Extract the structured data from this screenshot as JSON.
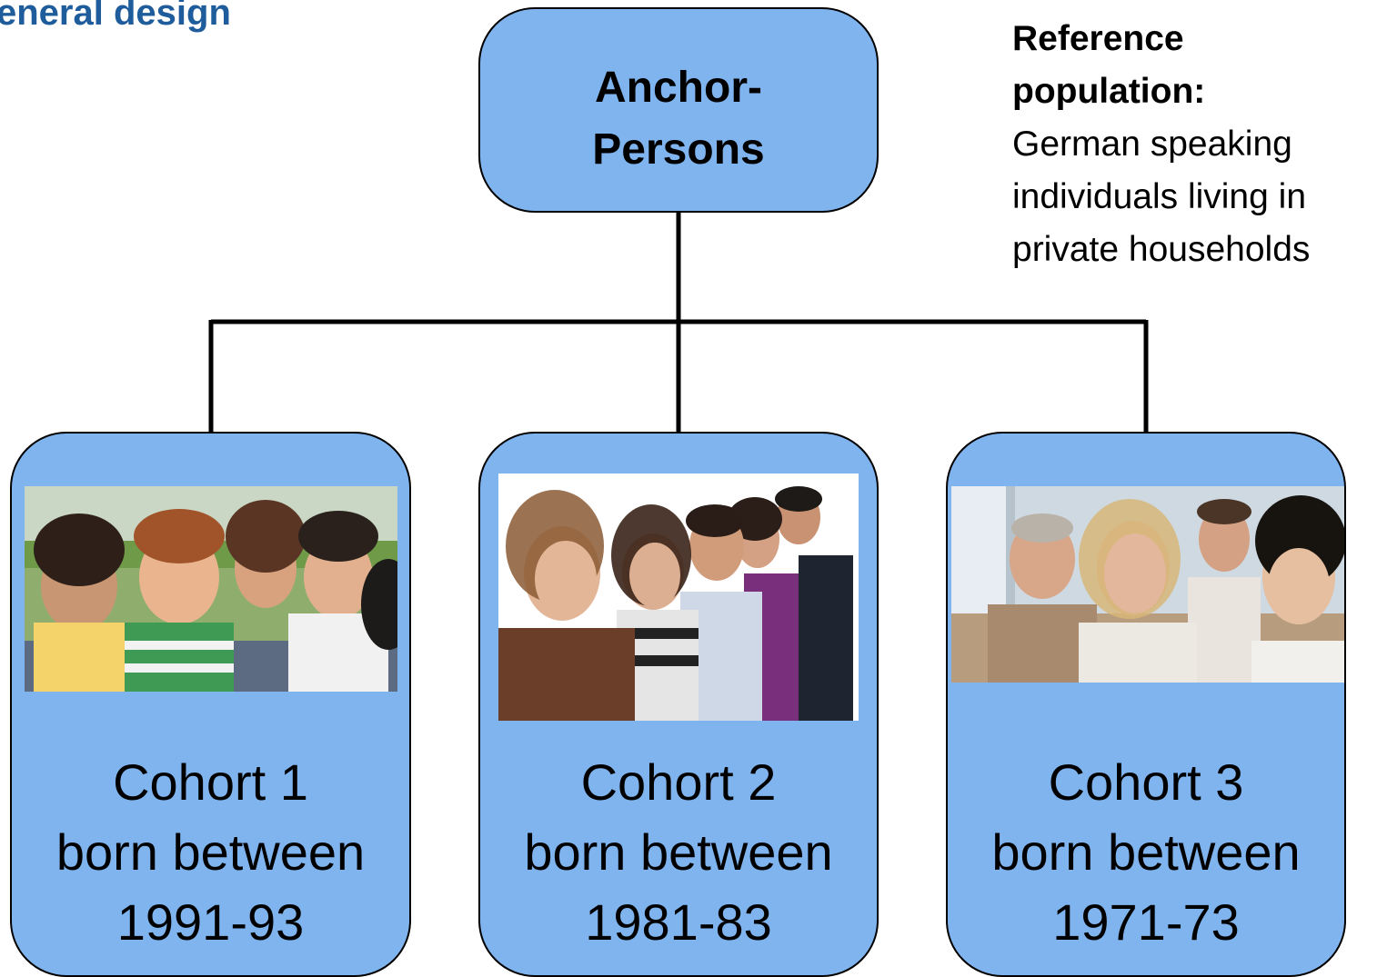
{
  "heading": "eneral design",
  "reference": {
    "label": "Reference population:",
    "lines": [
      "German speaking",
      "individuals living in",
      "private households"
    ]
  },
  "anchor": {
    "line1": "Anchor-",
    "line2": "Persons"
  },
  "cohorts": [
    {
      "name": "Cohort 1",
      "born": "born between",
      "years": "1991-93",
      "photo": "teen-group-photo"
    },
    {
      "name": "Cohort 2",
      "born": "born between",
      "years": "1981-83",
      "photo": "young-adult-group-photo"
    },
    {
      "name": "Cohort 3",
      "born": "born between",
      "years": "1971-73",
      "photo": "adult-group-photo"
    }
  ],
  "colors": {
    "box_fill": "#80b4ee",
    "heading": "#1f5c9c",
    "lines": "#000000"
  }
}
